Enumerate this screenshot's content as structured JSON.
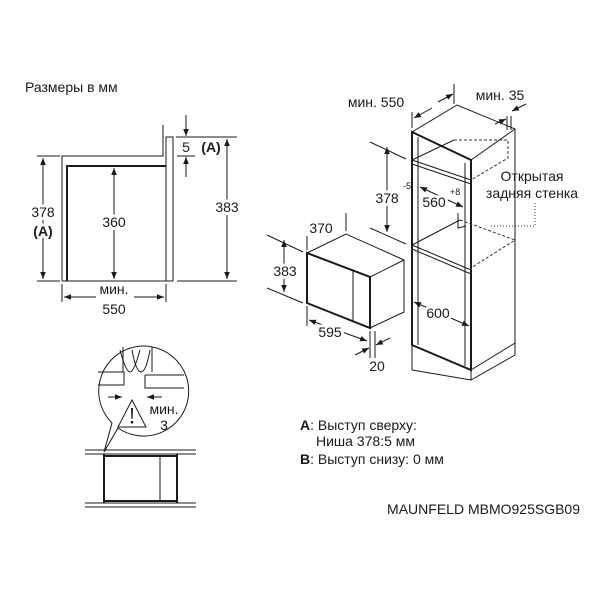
{
  "title": "Размеры в мм",
  "side_view": {
    "height_niche": "378",
    "height_niche_note": "(A)",
    "inner_height": "360",
    "total_height": "383",
    "top_offset": "5",
    "top_offset_note": "(A)",
    "width_prefix": "мин.",
    "width": "550"
  },
  "appliance": {
    "depth": "370",
    "height": "383",
    "width": "595",
    "front_depth": "20"
  },
  "cabinet": {
    "depth_label": "мин. 550",
    "gap_label": "мин. 35",
    "niche_height": "378",
    "niche_height_tol": "-5",
    "niche_width": "560",
    "niche_width_tol": "+8",
    "cabinet_width": "600",
    "open_back_line1": "Открытая",
    "open_back_line2": "задняя стенка"
  },
  "detail": {
    "gap_prefix": "мин.",
    "gap_value": "3",
    "warning_icon": "warning-triangle-icon"
  },
  "notes": {
    "a_key": "A",
    "a_text": ": Выступ сверху:",
    "a_text2": "Ниша 378:5 мм",
    "b_key": "B",
    "b_text": ": Выступ снизу: 0 мм"
  },
  "model": "MAUNFELD MBMO925SGB09"
}
